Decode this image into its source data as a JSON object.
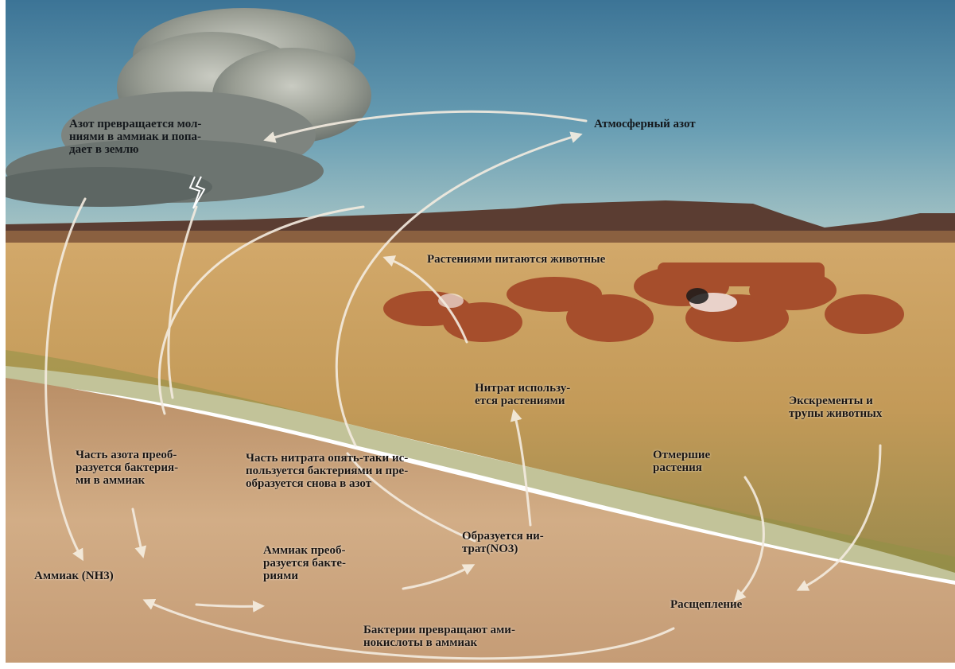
{
  "labels": {
    "lightning": "Азот превращается мол-\nниями в аммиак и попа-\nдает в землю",
    "atmospheric_nitrogen": "Атмосферный азот",
    "animals_eat_plants": "Растениями питаются животные",
    "nitrate_used_by_plants": "Нитрат использу-\nется растениями",
    "excrement": "Экскременты и\nтрупы животных",
    "bacteria_to_ammonia": "Часть азота преоб-\nразуется бактерия-\nми в аммиак",
    "nitrate_to_nitrogen": "Часть нитрата опять-таки ис-\nпользуется бактериями и пре-\nобразуется снова в азот",
    "dead_plants": "Отмершие\nрастения",
    "nitrate_formed": "Образуется ни-\nтрат(NO3)",
    "ammonia_converted": "Аммиак преоб-\nразуется бакте-\nриями",
    "ammonia": "Аммиак (NH3)",
    "decomposition": "Расщепление",
    "amino_acids": "Бактерии превращают ами-\nнокислоты в аммиак"
  },
  "colors": {
    "sky_top": "#3f7a9e",
    "sky_bottom": "#9cc0c8",
    "cloud": "#8f948c",
    "hills": "#5a3d30",
    "field": "#c9a060",
    "soil": "#c79a72",
    "arrow": "#f4ece0",
    "cattle": "#a8502c"
  }
}
